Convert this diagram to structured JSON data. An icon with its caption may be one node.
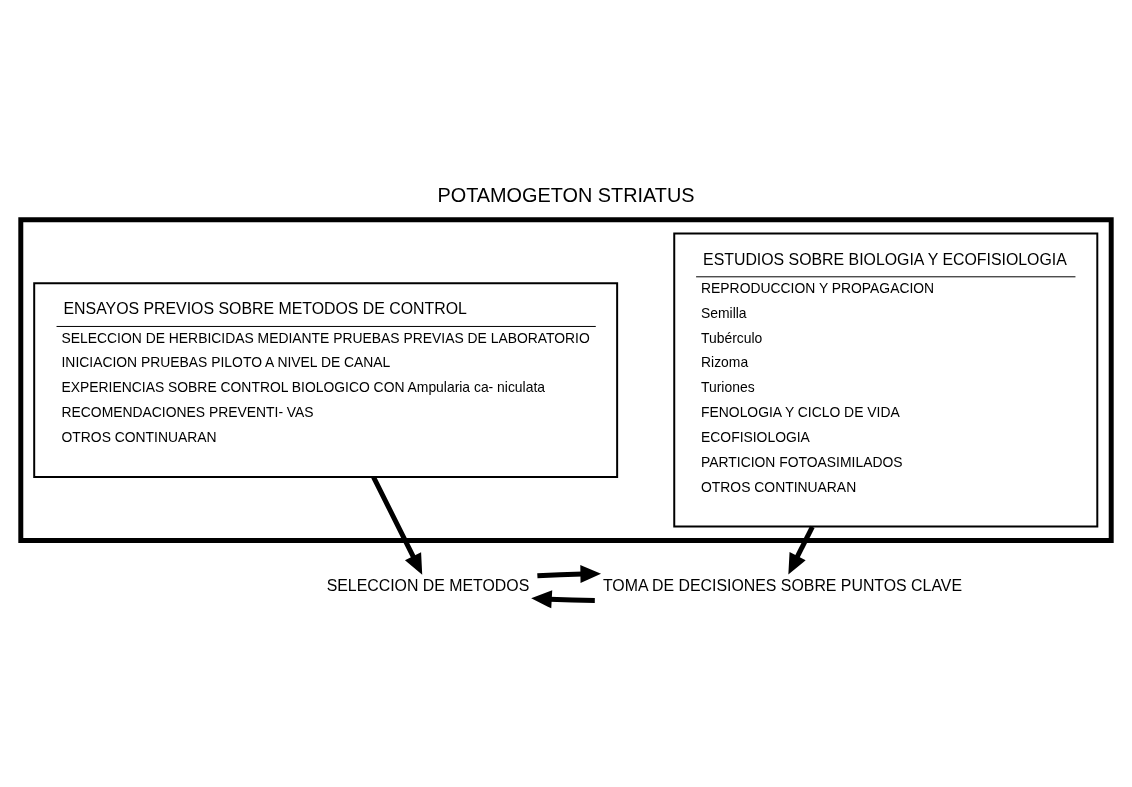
{
  "diagram": {
    "title": "POTAMOGETON STRIATUS",
    "nodes": [
      {
        "text": [],
        "shape": "box"
      },
      {
        "text": [
          "ENSAYOS PREVIOS SOBRE METODOS DE CONTROL",
          "SELECCION DE HERBICIDAS MEDIANTE PRUEBAS PREVIAS DE LABORATORIO",
          "INICIACION PRUEBAS PILOTO A NIVEL DE CANAL",
          "EXPERIENCIAS SOBRE CONTROL BIOLOGICO CON Ampularia ca- niculata",
          "RECOMENDACIONES PREVENTI- VAS",
          "OTROS CONTINUARAN"
        ],
        "in": 0
      },
      {
        "text": [
          "ESTUDIOS SOBRE BIOLOGIA Y ECOFISIOLOGIA",
          "REPRODUCCION Y PROPAGACION",
          "Semilla",
          "Tubérculo",
          "Rizoma",
          "Turiones",
          "FENOLOGIA Y CICLO DE VIDA",
          "ECOFISIOLOGIA",
          "PARTICION FOTOASIMILADOS",
          "OTROS CONTINUARAN"
        ],
        "in": 0
      },
      {
        "text": [
          "SELECCION DE METODOS"
        ]
      },
      {
        "text": [
          "TOMA DE DECISIONES SOBRE PUNTOS CLAVE"
        ]
      }
    ],
    "edges": [
      {
        "from": 1,
        "to": 3,
        "arrow": "to"
      },
      {
        "from": 2,
        "to": 4,
        "arrow": "to"
      },
      {
        "from": 4,
        "to": 3,
        "arrow": "to"
      },
      {
        "from": 3,
        "to": 4,
        "arrow": "to"
      }
    ]
  }
}
